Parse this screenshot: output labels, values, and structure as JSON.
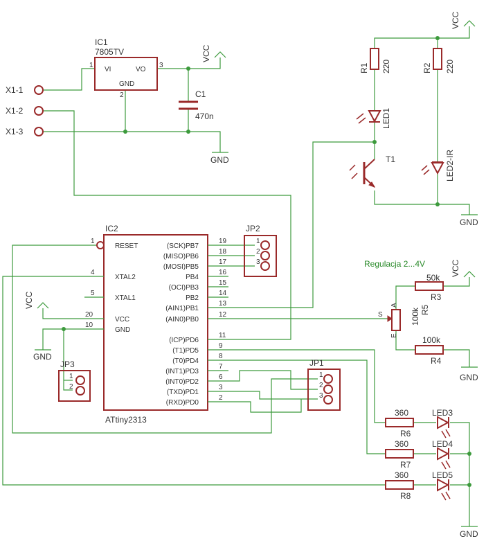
{
  "colors": {
    "wire": "#3c9a3c",
    "symbol": "#9a2a2a",
    "text": "#333333",
    "note": "#2a8a2a",
    "background": "#ffffff"
  },
  "labels": {
    "x1_1": "X1-1",
    "x1_2": "X1-2",
    "x1_3": "X1-3",
    "ic1": "IC1",
    "ic1_value": "7805TV",
    "ic1_vi": "VI",
    "ic1_vo": "VO",
    "ic1_gnd": "GND",
    "c1": "C1",
    "c1_value": "470n",
    "vcc": "VCC",
    "gnd": "GND",
    "r1": "R1",
    "r1_value": "220",
    "r2": "R2",
    "r2_value": "220",
    "led1": "LED1",
    "led2": "LED2-IR",
    "t1": "T1",
    "ic2": "IC2",
    "ic2_value": "ATtiny2313",
    "reset": "RESET",
    "xtal2": "XTAL2",
    "xtal1": "XTAL1",
    "pb7": "(SCK)PB7",
    "pb6": "(MISO)PB6",
    "pb5": "(MOSI)PB5",
    "pb4": "PB4",
    "pb3": "(OCI)PB3",
    "pb2": "PB2",
    "pb1": "(AIN1)PB1",
    "pb0": "(AIN0)PB0",
    "pd6": "(ICP)PD6",
    "pd5": "(T1)PD5",
    "pd4": "(T0)PD4",
    "pd3": "(INT1)PD3",
    "pd2": "(INT0)PD2",
    "pd1": "(TXD)PD1",
    "pd0": "(RXD)PD0",
    "p1": "1",
    "p2": "2",
    "p3": "3",
    "p4": "4",
    "p5": "5",
    "p6": "6",
    "p7": "7",
    "p8": "8",
    "p9": "9",
    "p10": "10",
    "p11": "11",
    "p12": "12",
    "p13": "13",
    "p14": "14",
    "p15": "15",
    "p16": "16",
    "p17": "17",
    "p18": "18",
    "p19": "19",
    "p20": "20",
    "jp1": "JP1",
    "jp2": "JP2",
    "jp3": "JP3",
    "regulation": "Regulacja 2...4V",
    "r3": "R3",
    "r3_value": "50k",
    "r4": "R4",
    "r4_value": "100k",
    "r5": "R5",
    "r5_value": "100k",
    "pin_a": "A",
    "pin_e": "E",
    "pin_s": "S",
    "r6": "R6",
    "r6_value": "360",
    "r7": "R7",
    "r7_value": "360",
    "r8": "R8",
    "r8_value": "360",
    "led3": "LED3",
    "led4": "LED4",
    "led5": "LED5"
  }
}
